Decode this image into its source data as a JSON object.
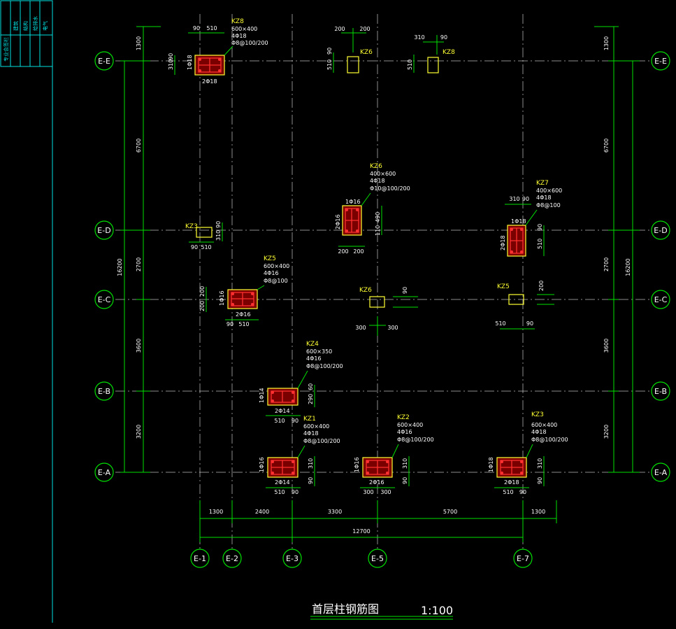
{
  "title_block": {
    "rows": [
      "专业会签栏",
      "建筑",
      "结构",
      "给排水",
      "电气"
    ]
  },
  "drawing": {
    "title": "首层柱钢筋图",
    "scale": "1:100"
  },
  "axes_h": [
    {
      "label": "E-E"
    },
    {
      "label": "E-D"
    },
    {
      "label": "E-C"
    },
    {
      "label": "E-B"
    },
    {
      "label": "E-A"
    }
  ],
  "axes_v": [
    {
      "label": "E-1"
    },
    {
      "label": "E-2"
    },
    {
      "label": "E-3"
    },
    {
      "label": "E-5"
    },
    {
      "label": "E-7"
    }
  ],
  "dims_left_inner": [
    "1300",
    "6700",
    "2700",
    "3600",
    "3200"
  ],
  "dims_left_outer": [
    "16200"
  ],
  "dims_right_inner": [
    "1300",
    "6700",
    "2700",
    "3600",
    "3200"
  ],
  "dims_right_outer": [
    "16200"
  ],
  "dims_bottom_inner": [
    "1300",
    "2400",
    "3300",
    "5700",
    "1300"
  ],
  "dims_bottom_outer": [
    "12700"
  ],
  "columns": {
    "kz8a": {
      "name": "KZ8",
      "size": "600×400",
      "bars": "4Φ18",
      "stirrup": "Φ8@100/200",
      "side": "1Φ18",
      "bottom": "2Φ18",
      "d1": "90",
      "d2": "510",
      "d3": "310",
      "d4": "90"
    },
    "kz6a": {
      "name": "KZ6",
      "d1": "200",
      "d2": "200",
      "d3": "90",
      "d4": "510"
    },
    "kz8b": {
      "name": "KZ8",
      "d1": "310",
      "d2": "90",
      "d3": "510"
    },
    "kz6b": {
      "name": "KZ6",
      "size": "400×600",
      "bars": "4Φ18",
      "stirrup": "Φ10@100/200",
      "side": "1Φ16",
      "left": "2Φ16",
      "d1": "200",
      "d2": "200",
      "d3": "110",
      "d4": "490"
    },
    "kz7": {
      "name": "KZ7",
      "size": "400×600",
      "bars": "4Φ18",
      "stirrup": "Φ8@100",
      "side": "1Φ18",
      "left": "2Φ18",
      "d1": "310",
      "d2": "90",
      "d3": "90",
      "d4": "510"
    },
    "kz3a": {
      "name": "KZ3",
      "d1": "90",
      "d2": "510",
      "d3": "310",
      "d4": "90"
    },
    "kz5a": {
      "name": "KZ5",
      "size": "600×400",
      "bars": "4Φ16",
      "stirrup": "Φ8@100",
      "side": "1Φ16",
      "bottom": "2Φ16",
      "d1": "200",
      "d2": "200",
      "d3": "90",
      "d4": "510"
    },
    "kz6c": {
      "name": "KZ6",
      "d1": "90",
      "d2": "300",
      "d3": "300"
    },
    "kz5b": {
      "name": "KZ5",
      "d1": "200",
      "d2": "510",
      "d3": "90"
    },
    "kz4": {
      "name": "KZ4",
      "size": "600×350",
      "bars": "4Φ16",
      "stirrup": "Φ8@100/200",
      "side": "1Φ14",
      "bottom": "2Φ14",
      "d1": "290",
      "d2": "60",
      "d3": "510",
      "d4": "90"
    },
    "kz1": {
      "name": "KZ1",
      "size": "600×400",
      "bars": "4Φ18",
      "stirrup": "Φ8@100/200",
      "side": "1Φ16",
      "bottom": "2Φ14",
      "d1": "310",
      "d2": "90",
      "d3": "510",
      "d4": "90"
    },
    "kz2": {
      "name": "KZ2",
      "size": "600×400",
      "bars": "4Φ16",
      "stirrup": "Φ8@100/200",
      "side": "1Φ16",
      "bottom": "2Φ16",
      "d1": "300",
      "d2": "300",
      "d3": "310",
      "d4": "90"
    },
    "kz3b": {
      "name": "KZ3",
      "size": "600×400",
      "bars": "4Φ18",
      "stirrup": "Φ8@100/200",
      "side": "1Φ18",
      "bottom": "2Φ18",
      "d1": "510",
      "d2": "90",
      "d3": "310",
      "d4": "90"
    }
  },
  "colors": {
    "grid": "#ffffff",
    "dimension": "#00e000",
    "column_outline": "#ffff33",
    "rebar": "#ff3030",
    "frame": "#00e0e0",
    "background": "#000000"
  }
}
